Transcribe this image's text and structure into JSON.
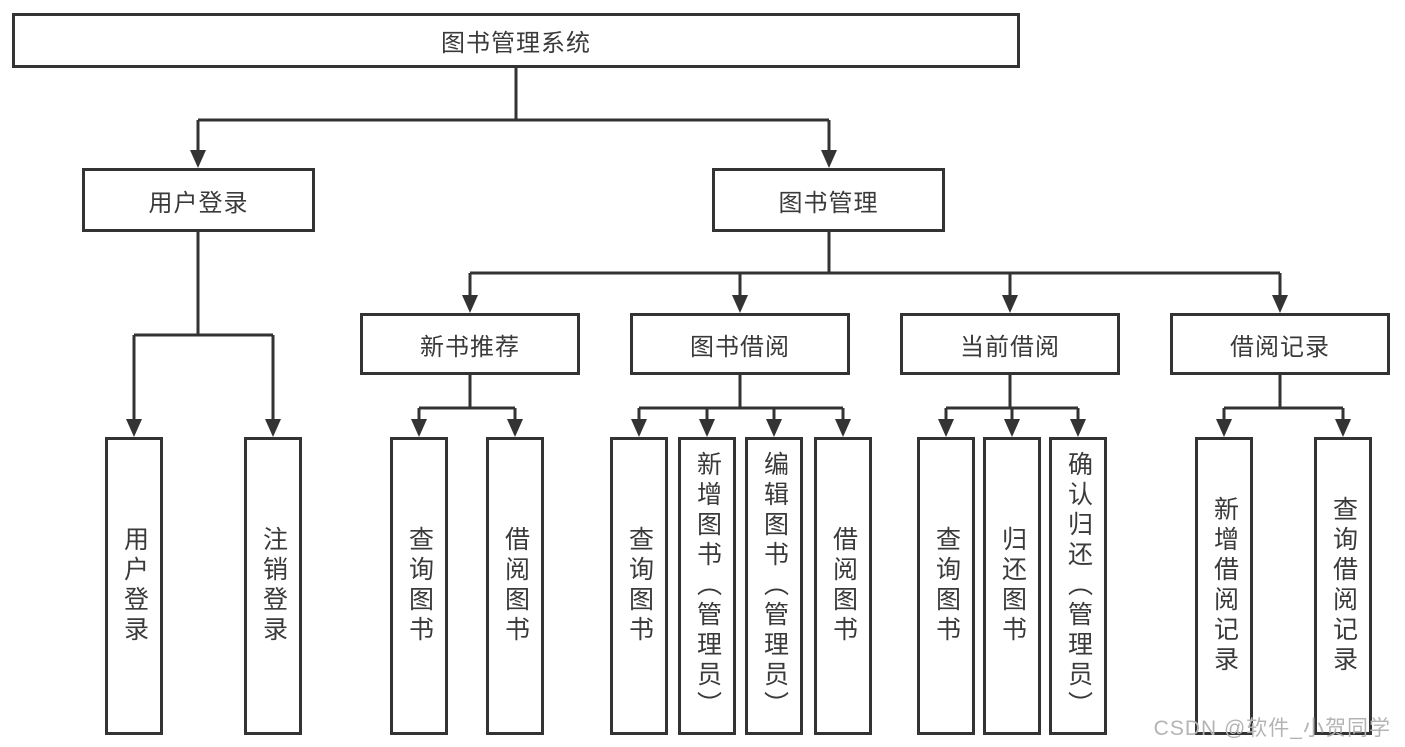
{
  "diagram": {
    "root": {
      "label": "图书管理系统"
    },
    "children": [
      {
        "label": "用户登录",
        "leaves": [
          "用户登录",
          "注销登录"
        ]
      },
      {
        "label": "图书管理",
        "children": [
          {
            "label": "新书推荐",
            "leaves": [
              "查询图书",
              "借阅图书"
            ]
          },
          {
            "label": "图书借阅",
            "leaves": [
              "查询图书",
              "新增图书（管理员）",
              "编辑图书（管理员）",
              "借阅图书"
            ]
          },
          {
            "label": "当前借阅",
            "leaves": [
              "查询图书",
              "归还图书",
              "确认归还（管理员）"
            ]
          },
          {
            "label": "借阅记录",
            "leaves": [
              "新增借阅记录",
              "查询借阅记录"
            ]
          }
        ]
      }
    ]
  },
  "watermark": "CSDN @软件_小贺同学",
  "colors": {
    "line": "#333333",
    "text": "#3a3a3a",
    "watermark": "#b4b4b4",
    "background": "#ffffff"
  }
}
